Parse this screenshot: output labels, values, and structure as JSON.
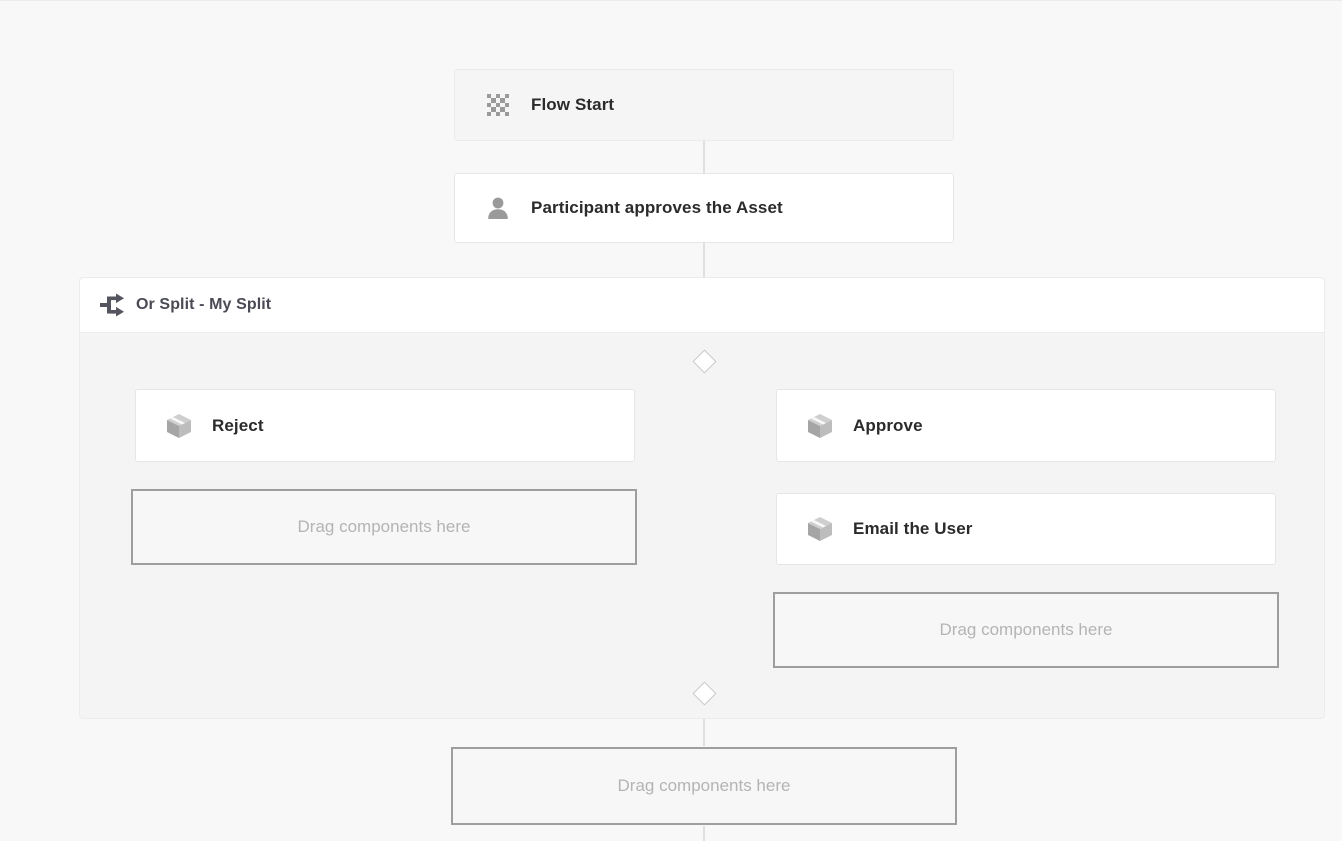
{
  "canvas": {
    "background_color": "#f8f8f8",
    "title": "Workflow flow editor canvas"
  },
  "flow": {
    "nodes": [
      {
        "id": "flow-start",
        "label": "Flow Start",
        "icon": "checkered-flag-icon",
        "style": "shaded"
      },
      {
        "id": "participant-approves",
        "label": "Participant approves the Asset",
        "icon": "person-icon",
        "style": "plain"
      }
    ],
    "split": {
      "label": "Or Split - My Split",
      "icon": "split-branch-icon",
      "branches": [
        {
          "id": "branch-left",
          "nodes": [
            {
              "id": "reject",
              "label": "Reject",
              "icon": "package-icon"
            }
          ],
          "dropzone": {
            "label": "Drag components here"
          }
        },
        {
          "id": "branch-right",
          "nodes": [
            {
              "id": "approve",
              "label": "Approve",
              "icon": "package-icon"
            },
            {
              "id": "email-the-user",
              "label": "Email the User",
              "icon": "package-icon"
            }
          ],
          "dropzone": {
            "label": "Drag components here"
          }
        }
      ]
    },
    "footer_dropzone": {
      "label": "Drag components here"
    }
  },
  "colors": {
    "node_border": "#e6e6e6",
    "node_fill": "#ffffff",
    "node_fill_shaded": "#f5f5f5",
    "canvas": "#f8f8f8",
    "split_body": "#f4f4f4",
    "dropzone_border": "#9e9e9e",
    "dropzone_fill": "#f7f7f7",
    "placeholder_text": "#b4b4b4",
    "label_text": "#2b2b2b",
    "connector": "#cfcfcf",
    "icon_gray": "#9a9a9a"
  }
}
